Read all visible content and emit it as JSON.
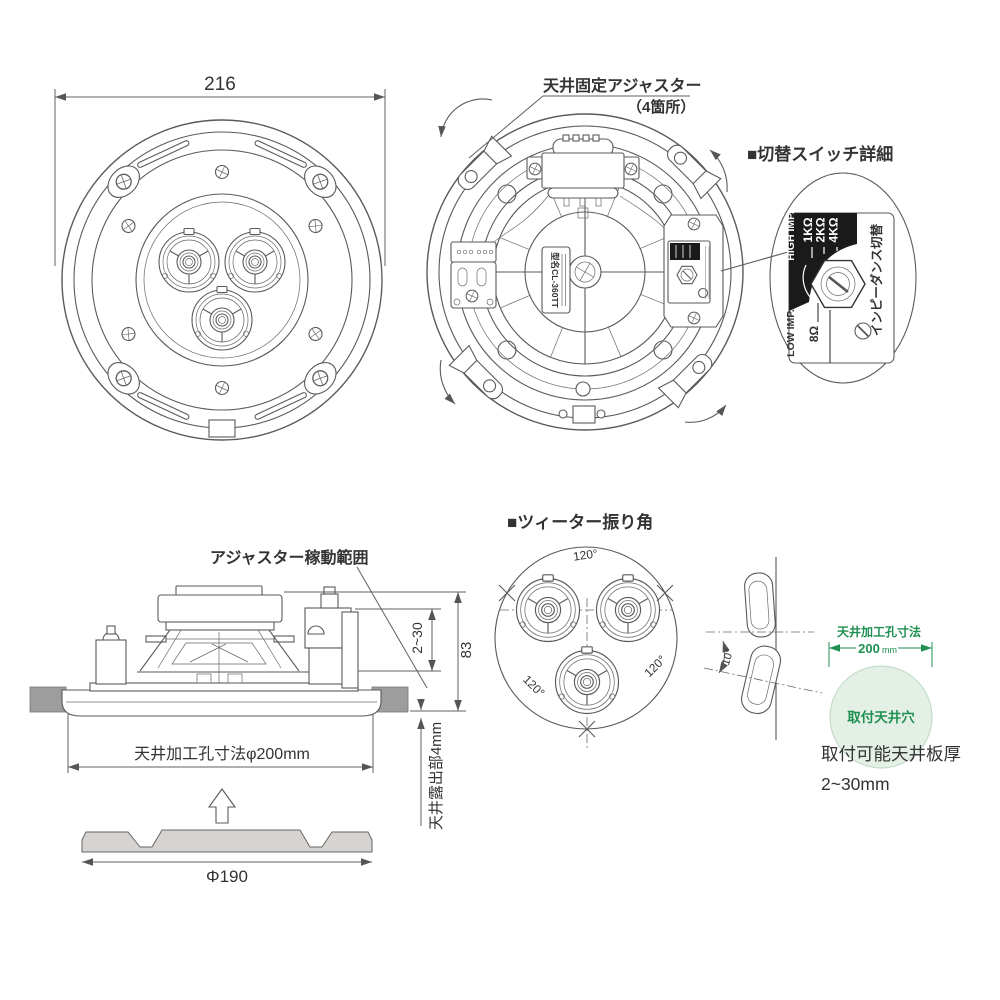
{
  "front_view": {
    "width_dim": "216"
  },
  "rear_view": {
    "adjuster_label": "天井固定アジャスター",
    "adjuster_count": "（4箇所）",
    "model_label": "型名CL-360TT"
  },
  "switch_detail": {
    "heading": "■切替スイッチ詳細",
    "high_imp": "HIGH IMP.",
    "tap_1k": "1KΩ",
    "tap_2k": "2KΩ",
    "tap_4k": "4KΩ",
    "low_imp": "LOW IMP.",
    "tap_8ohm": "8Ω",
    "rotary_label": "インピーダンス切替"
  },
  "side_view": {
    "range_label": "アジャスター稼動範囲",
    "adjust_range_dim": "2~30",
    "height_dim": "83",
    "hole_dim_label": "天井加工孔寸法φ200mm",
    "ceiling_exposed_label": "天井露出部4mm",
    "grille_dim": "Φ190"
  },
  "tweeter_angle": {
    "heading": "■ツィーター振り角",
    "angle_top": "120°",
    "angle_left": "120°",
    "angle_right": "120°",
    "tilt_angle": "10°"
  },
  "mounting_hole": {
    "label": "天井加工孔寸法",
    "dim_value": "200",
    "dim_unit": "mm",
    "hole_label": "取付天井穴",
    "thickness_title": "取付可能天井板厚",
    "thickness_value": "2~30mm"
  },
  "colors": {
    "line": "#5a5a5a",
    "dim": "#606060",
    "green": "#1f8f52",
    "light_green": "#e4efe5",
    "board_gray": "#9d9d9d",
    "grille_gray": "#d7d3d0",
    "panel_black": "#1a1a1a"
  }
}
